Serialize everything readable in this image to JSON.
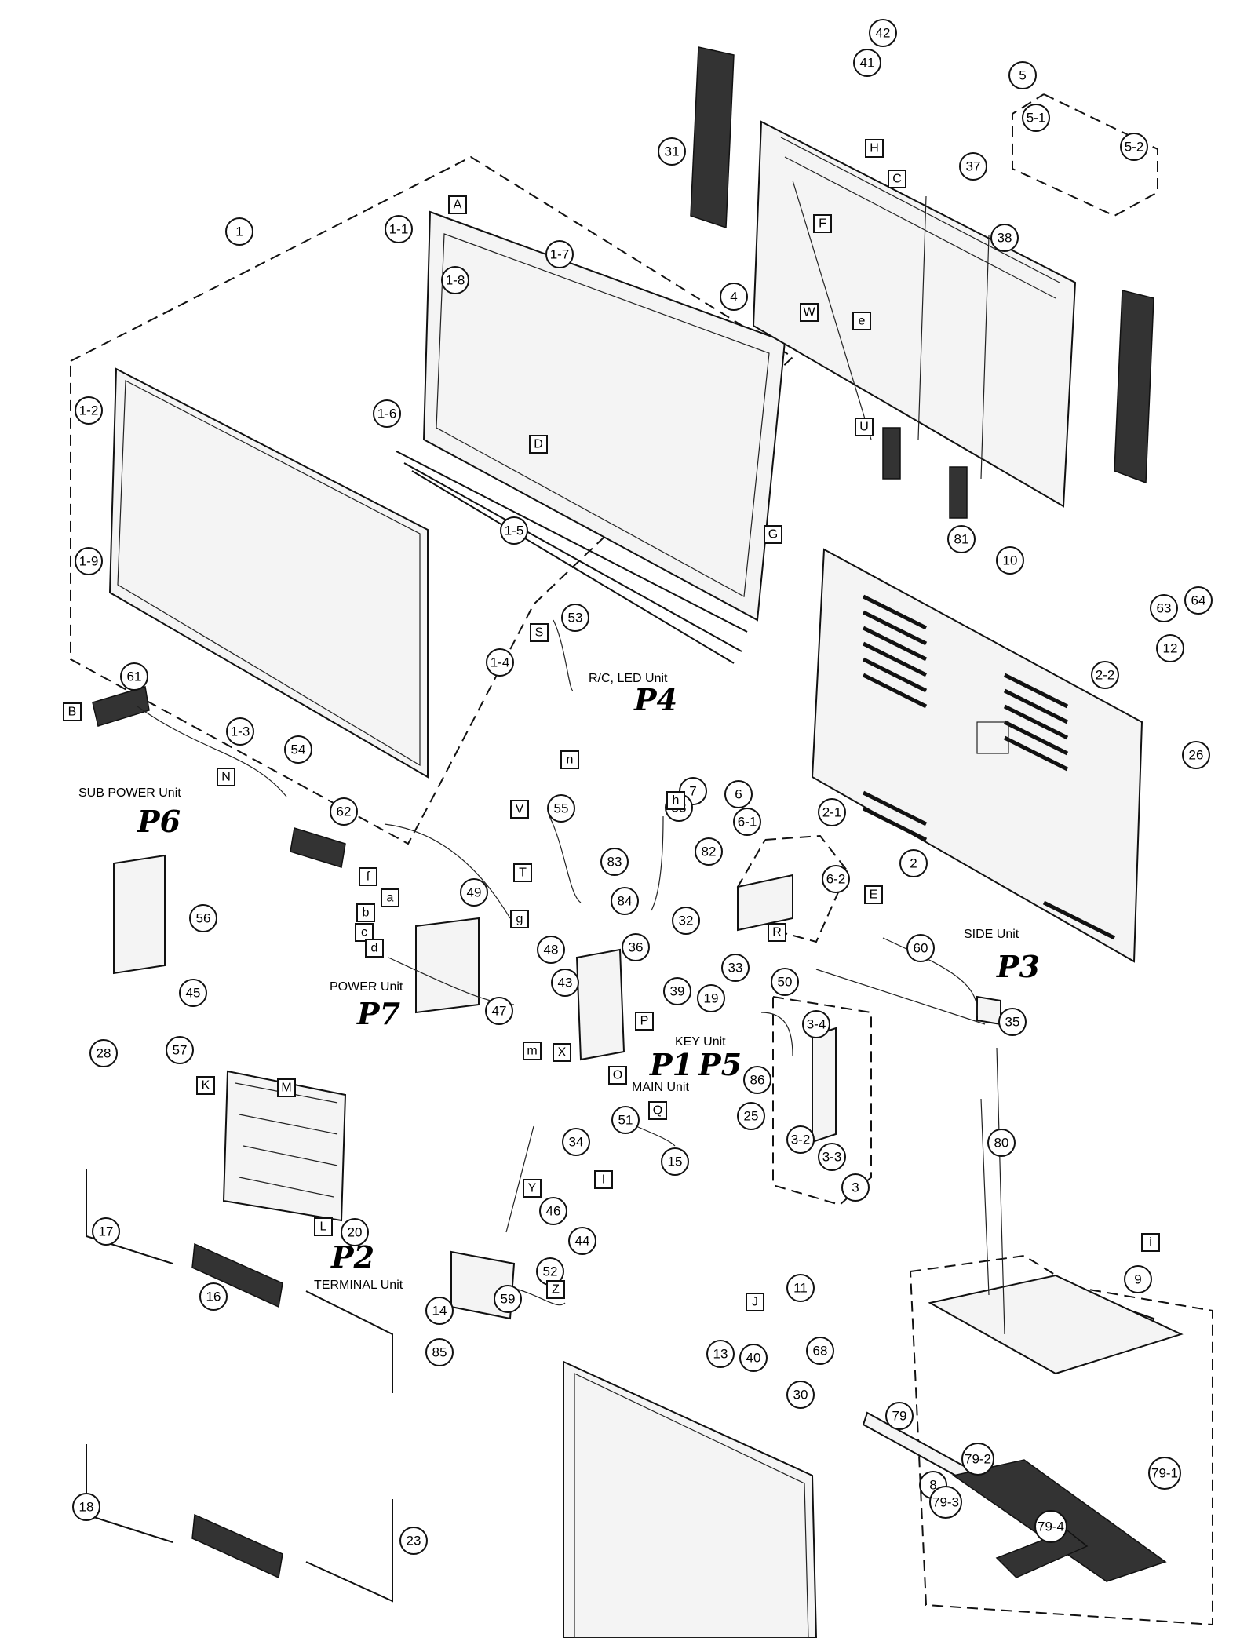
{
  "units": {
    "sub_power": "SUB POWER Unit",
    "power": "POWER Unit",
    "terminal": "TERMINAL Unit",
    "main": "MAIN Unit",
    "key": "KEY Unit",
    "side": "SIDE Unit",
    "rc_led": "R/C, LED Unit"
  },
  "handwritten": {
    "p1": "P1",
    "p2": "P2",
    "p3": "P3",
    "p4": "P4",
    "p5": "P5",
    "p6": "P6",
    "p7": "P7"
  },
  "callouts": [
    "1",
    "1-1",
    "1-2",
    "1-3",
    "1-4",
    "1-5",
    "1-6",
    "1-7",
    "1-8",
    "1-9",
    "2",
    "2-1",
    "2-2",
    "3",
    "3-2",
    "3-3",
    "3-4",
    "4",
    "5",
    "5-1",
    "5-2",
    "6",
    "6-1",
    "6-2",
    "7",
    "8",
    "9",
    "10",
    "11",
    "12",
    "13",
    "14",
    "15",
    "16",
    "17",
    "18",
    "19",
    "20",
    "23",
    "25",
    "26",
    "28",
    "30",
    "31",
    "32",
    "33",
    "34",
    "35",
    "36",
    "37",
    "38",
    "39",
    "40",
    "41",
    "42",
    "43",
    "44",
    "45",
    "46",
    "47",
    "48",
    "49",
    "50",
    "51",
    "52",
    "53",
    "54",
    "55",
    "56",
    "57",
    "58",
    "59",
    "60",
    "61",
    "62",
    "63",
    "64",
    "68",
    "79",
    "79-1",
    "79-2",
    "79-3",
    "79-4",
    "80",
    "81",
    "82",
    "83",
    "84",
    "85",
    "86"
  ],
  "tags": [
    "A",
    "B",
    "C",
    "D",
    "E",
    "F",
    "G",
    "H",
    "I",
    "J",
    "K",
    "L",
    "M",
    "N",
    "O",
    "P",
    "Q",
    "R",
    "S",
    "T",
    "U",
    "V",
    "W",
    "X",
    "Y",
    "Z",
    "a",
    "b",
    "c",
    "d",
    "e",
    "f",
    "g",
    "h",
    "i",
    "m",
    "n"
  ]
}
